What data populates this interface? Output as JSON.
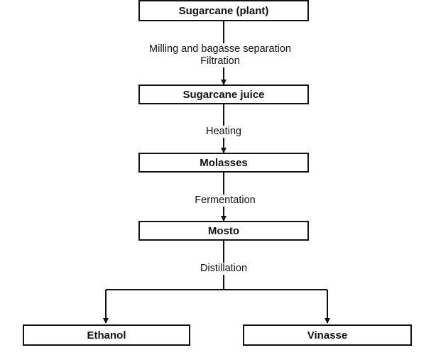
{
  "nodes": {
    "sugarcane_plant": "Sugarcane (plant)",
    "sugarcane_juice": "Sugarcane juice",
    "molasses": "Molasses",
    "mosto": "Mosto",
    "ethanol": "Ethanol",
    "vinasse": "Vinasse"
  },
  "steps": {
    "milling": "Milling and bagasse separation",
    "filtration": "Filtration",
    "heating": "Heating",
    "fermentation": "Fermentation",
    "distillation": "Distillation"
  }
}
